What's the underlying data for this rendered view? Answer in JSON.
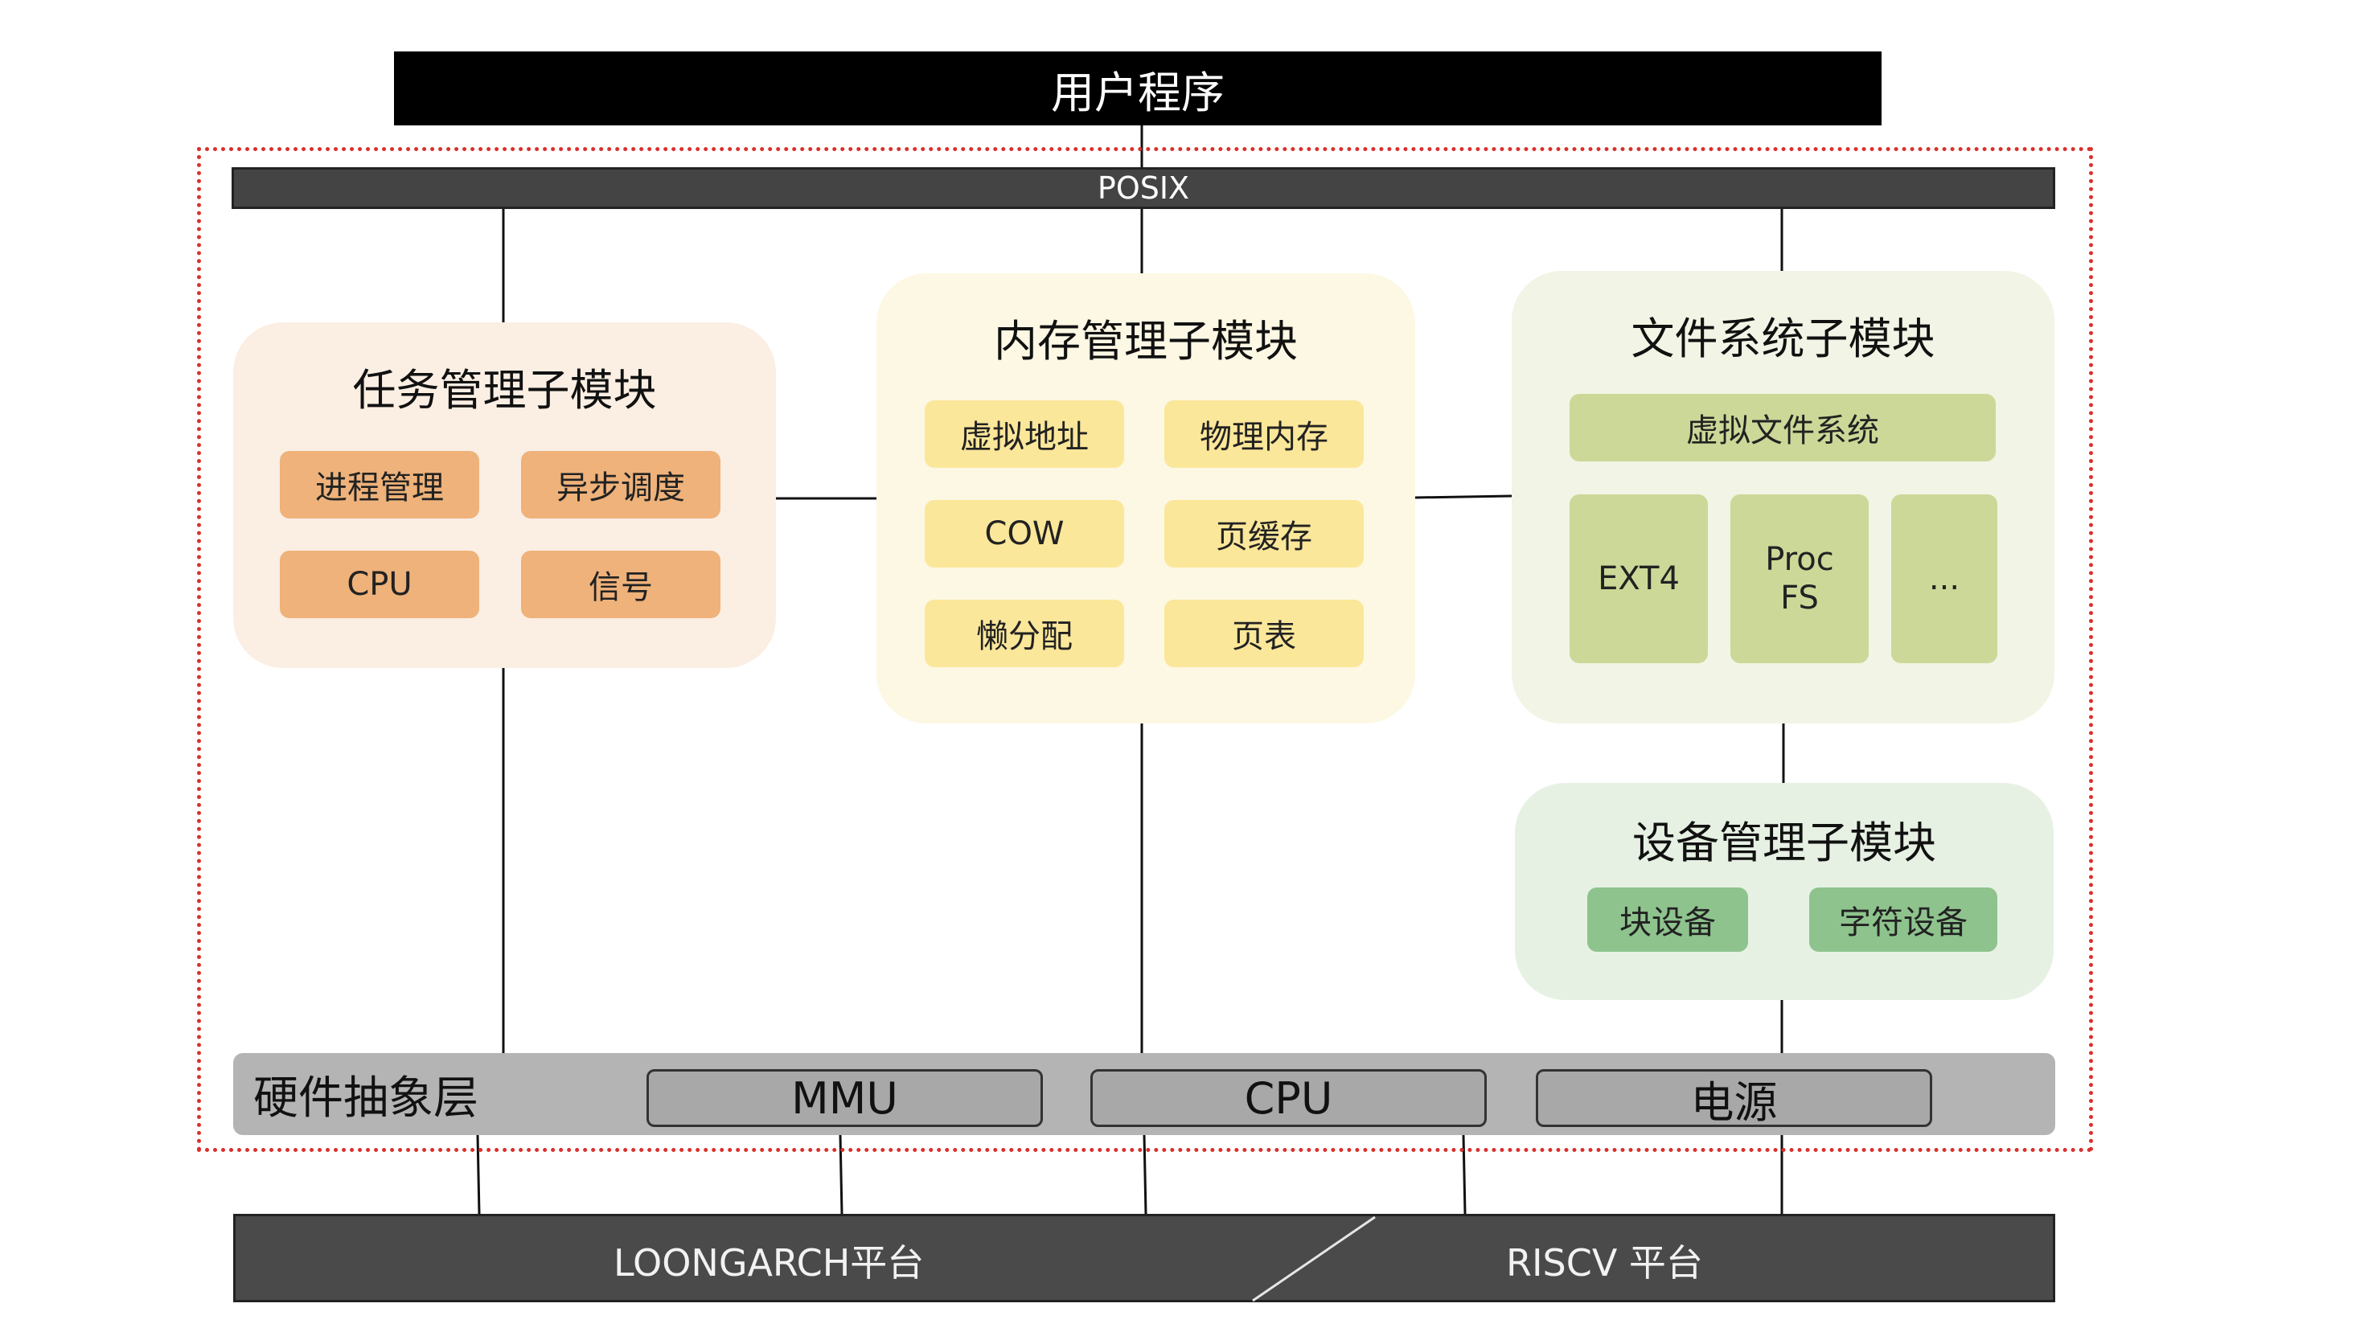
{
  "top": {
    "user_program": "用户程序",
    "posix": "POSIX"
  },
  "task_module": {
    "title": "任务管理子模块",
    "items": [
      "进程管理",
      "异步调度",
      "CPU",
      "信号"
    ]
  },
  "memory_module": {
    "title": "内存管理子模块",
    "items": [
      "虚拟地址",
      "物理内存",
      "COW",
      "页缓存",
      "懒分配",
      "页表"
    ]
  },
  "fs_module": {
    "title": "文件系统子模块",
    "vfs": "虚拟文件系统",
    "items": [
      "EXT4",
      "Proc\nFS",
      "..."
    ]
  },
  "device_module": {
    "title": "设备管理子模块",
    "items": [
      "块设备",
      "字符设备"
    ]
  },
  "hal": {
    "title": "硬件抽象层",
    "items": [
      "MMU",
      "CPU",
      "电源"
    ]
  },
  "platform": {
    "left": "LOONGARCH平台",
    "right": "RISCV 平台"
  },
  "colors": {
    "frame_dotted": "#d9302c",
    "task_bg": "#fbeee3",
    "task_chip": "#eeb27a",
    "mem_bg": "#fdf8e4",
    "mem_chip": "#fbe79a",
    "fs_bg": "#f2f4e5",
    "fs_chip": "#ccd898",
    "dev_bg": "#e6f1e3",
    "dev_chip": "#8ec38d",
    "hal_bg": "#b4b4b4",
    "platform_bg": "#4a4a4a"
  }
}
